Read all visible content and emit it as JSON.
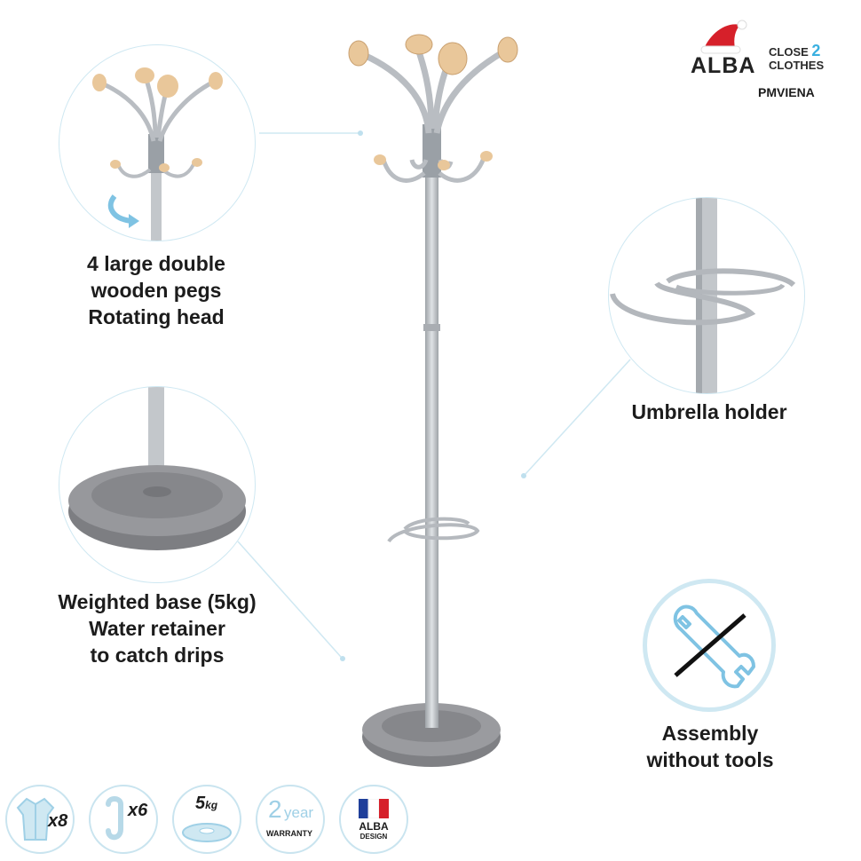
{
  "brand": {
    "name": "ALBA",
    "sub_line1": "CLOSE",
    "sub_two": "2",
    "sub_line2": "CLOTHES",
    "model": "PMVIENA"
  },
  "features": {
    "pegs": {
      "line1": "4 large double",
      "line2": "wooden pegs",
      "line3": "Rotating head"
    },
    "umbrella": {
      "line1": "Umbrella holder"
    },
    "base": {
      "line1": "Weighted base (5kg)",
      "line2": "Water retainer",
      "line3": "to catch drips"
    },
    "assembly": {
      "line1": "Assembly",
      "line2": "without tools"
    }
  },
  "badges": {
    "coats": "x8",
    "hangers": "x6",
    "weight_num": "5",
    "weight_unit": "kg",
    "warranty_num": "2",
    "warranty_word": "year",
    "warranty_label": "WARRANTY",
    "design_brand": "ALBA",
    "design_label": "DESIGN"
  },
  "colors": {
    "accent_light_blue": "#cfe8f2",
    "metal": "#b9bdc2",
    "wood": "#e9c79a",
    "base_gray": "#8f9094",
    "brand_red": "#d6202a"
  }
}
